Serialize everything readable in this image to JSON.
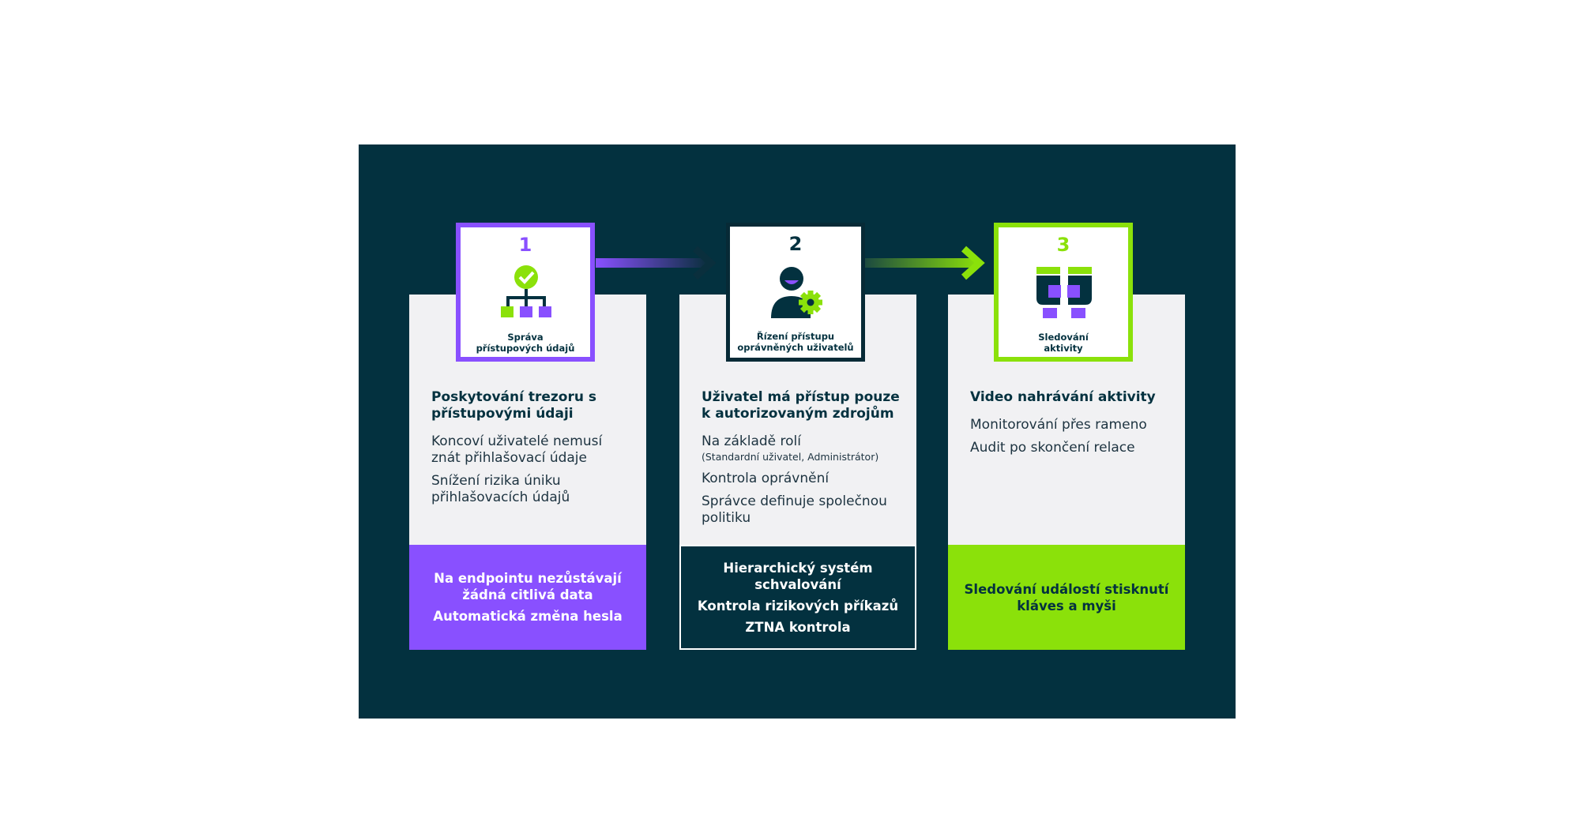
{
  "steps": [
    {
      "number": "1",
      "badge_label": "Správa\npřístupových údajů",
      "heading": "Poskytování trezoru s přístupovými údaji",
      "items": [
        "Koncoví uživatelé nemusí znát přihlašovací údaje",
        "Snížení rizika úniku přihlašovacích údajů"
      ],
      "footer": [
        "Na endpointu nezůstávají žádná citlivá data",
        "Automatická změna hesla"
      ]
    },
    {
      "number": "2",
      "badge_label": "Řízení přístupu\noprávněných uživatelů",
      "heading": "Uživatel má přístup pouze k autorizovaným zdrojům",
      "items": [
        "Na základě rolí",
        "(Standardní uživatel, Administrátor)",
        "Kontrola oprávnění",
        "Správce definuje společnou politiku"
      ],
      "footer": [
        "Hierarchický systém schvalování",
        "Kontrola rizikových příkazů",
        "ZTNA kontrola"
      ]
    },
    {
      "number": "3",
      "badge_label": "Sledování\naktivity",
      "heading": "Video nahrávání aktivity",
      "items": [
        "Monitorování přes rameno",
        "Audit po skončení relace"
      ],
      "footer": [
        "Sledování událostí stisknutí kláves a myši"
      ]
    }
  ],
  "icons": [
    "credential-hierarchy-check-icon",
    "user-gear-icon",
    "binoculars-icon"
  ],
  "colors": {
    "background": "#03313f",
    "purple": "#8950ff",
    "green": "#8be10a",
    "card": "#f1f1f3"
  }
}
